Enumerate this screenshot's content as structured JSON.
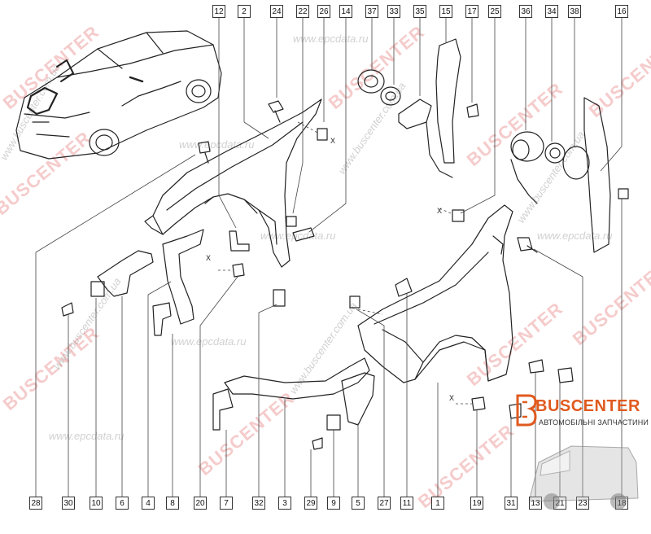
{
  "diagram": {
    "callouts_top": [
      "12",
      "2",
      "24",
      "22",
      "26",
      "14",
      "37",
      "33",
      "35",
      "15",
      "17",
      "25",
      "36",
      "34",
      "38",
      "16"
    ],
    "callouts_bottom": [
      "28",
      "30",
      "10",
      "6",
      "4",
      "8",
      "20",
      "7",
      "32",
      "3",
      "29",
      "9",
      "5",
      "27",
      "11",
      "1",
      "19",
      "31",
      "13",
      "21",
      "23",
      "18"
    ],
    "x_marks": [
      "X",
      "X",
      "X",
      "X"
    ]
  },
  "watermarks": {
    "brand": "BUSCENTER",
    "url_ua": "www.buscenter.com.ua",
    "url_epc": "www.epcdata.ru"
  },
  "logo": {
    "name": "BUSCENTER",
    "tagline": "АВТОМОБІЛЬНІ ЗАПЧАСТИНИ"
  },
  "colors": {
    "line": "#222222",
    "watermark": "#e06464",
    "brand_orange": "#e05a1f"
  }
}
